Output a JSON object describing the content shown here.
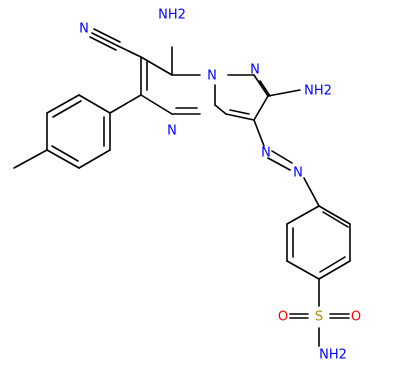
{
  "structure": {
    "atoms": {
      "nh2_top": "NH2",
      "nh2_right": "NH2",
      "nitrile_n": "N",
      "ring_n_bridge": "N",
      "ring_n_pyrazole": "N",
      "ring_n_pyrimidine": "N",
      "azo_n1": "N",
      "azo_n2": "N",
      "sulfonyl_s": "S",
      "sulfonyl_o1": "O",
      "sulfonyl_o2": "O",
      "sulfonamide_nh2": "NH2"
    },
    "colors": {
      "bond": "#000000",
      "nitrogen": "#0000ff",
      "sulfur": "#b8860b",
      "oxygen": "#ff0000"
    }
  }
}
